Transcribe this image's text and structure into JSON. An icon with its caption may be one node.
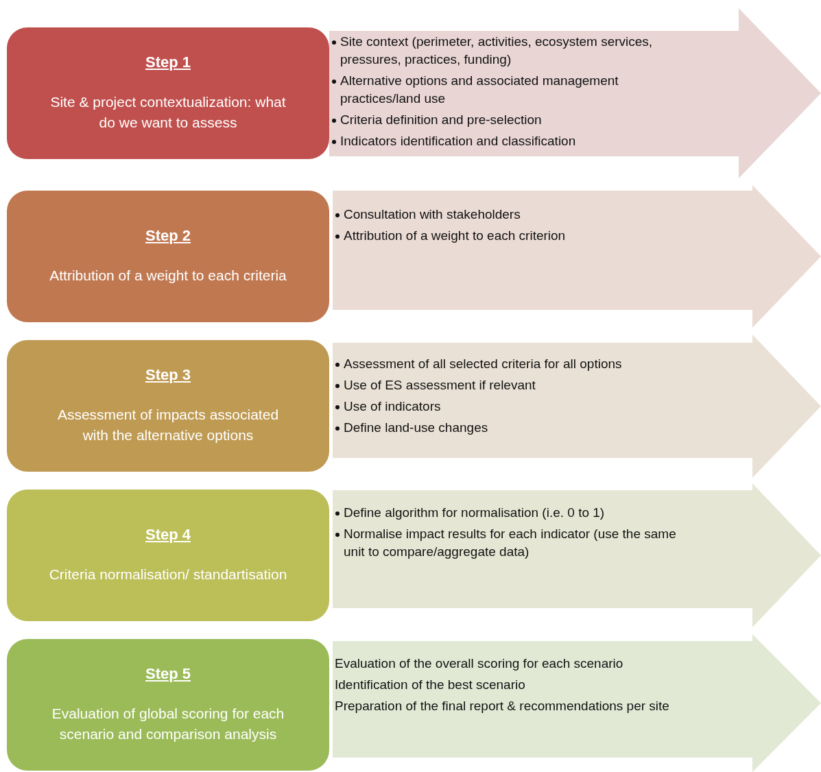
{
  "diagram": {
    "nodes": [
      {
        "text": [
          "Step 1",
          "Site & project contextualization: what do we want to assess"
        ]
      },
      {
        "text": [
          "Site context (perimeter, activities, ecosystem services, pressures, practices, funding)",
          "Alternative options and associated management practices/land use",
          "Criteria definition and pre-selection",
          "Indicators identification and classification"
        ]
      },
      {
        "text": [
          "Step 2",
          "Attribution of a weight to each criteria"
        ]
      },
      {
        "text": [
          "Consultation with stakeholders",
          "Attribution of a weight to each criterion"
        ]
      },
      {
        "text": [
          "Step 3",
          "Assessment of impacts associated with the alternative options"
        ]
      },
      {
        "text": [
          "Assessment of all selected criteria for all options",
          "Use of ES assessment if relevant",
          "Use of indicators",
          "Define land-use changes"
        ]
      },
      {
        "text": [
          "Step 4",
          "Criteria normalisation/ standartisation"
        ]
      },
      {
        "text": [
          "Define algorithm for normalisation (i.e. 0 to 1)",
          "Normalise impact results for each indicator (use the same unit to compare/aggregate data)"
        ]
      },
      {
        "text": [
          "Step 5",
          "Evaluation of global scoring for each scenario and comparison analysis"
        ]
      },
      {
        "text": [
          "Evaluation of the overall scoring for each scenario",
          "Identification of the best scenario",
          "Preparation of the final report & recommendations per site"
        ]
      }
    ],
    "edges": []
  }
}
